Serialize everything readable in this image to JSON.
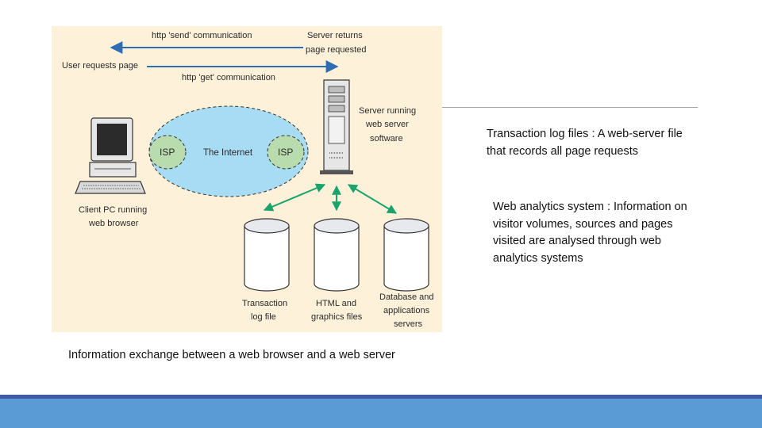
{
  "diagram": {
    "send_label": "http 'send' communication",
    "server_returns_line1": "Server returns",
    "server_returns_line2": "page requested",
    "user_requests": "User requests page",
    "get_label": "http 'get' communication",
    "server_running_line1": "Server running",
    "server_running_line2": "web server",
    "server_running_line3": "software",
    "isp_left": "ISP",
    "internet": "The Internet",
    "isp_right": "ISP",
    "client_line1": "Client PC running",
    "client_line2": "web browser",
    "db1_line1": "Transaction",
    "db1_line2": "log file",
    "db2_line1": "HTML and",
    "db2_line2": "graphics files",
    "db3_line1": "Database and",
    "db3_line2": "applications",
    "db3_line3": "servers"
  },
  "caption": "Information exchange between a web browser and a web server",
  "notes": {
    "transaction_log": "Transaction log files : A web-server file that records all page requests",
    "web_analytics": "Web analytics system : Information on visitor volumes, sources and pages visited are analysed through web analytics systems"
  },
  "colors": {
    "diagram_bg": "#fdf1d9",
    "arrow_blue": "#2e6db4",
    "cloud_blue": "#a8dcf4",
    "isp_green": "#b9dcae",
    "connector_green": "#1aa36c",
    "footer_blue": "#5b9bd5",
    "footer_line": "#3e5aa6"
  }
}
